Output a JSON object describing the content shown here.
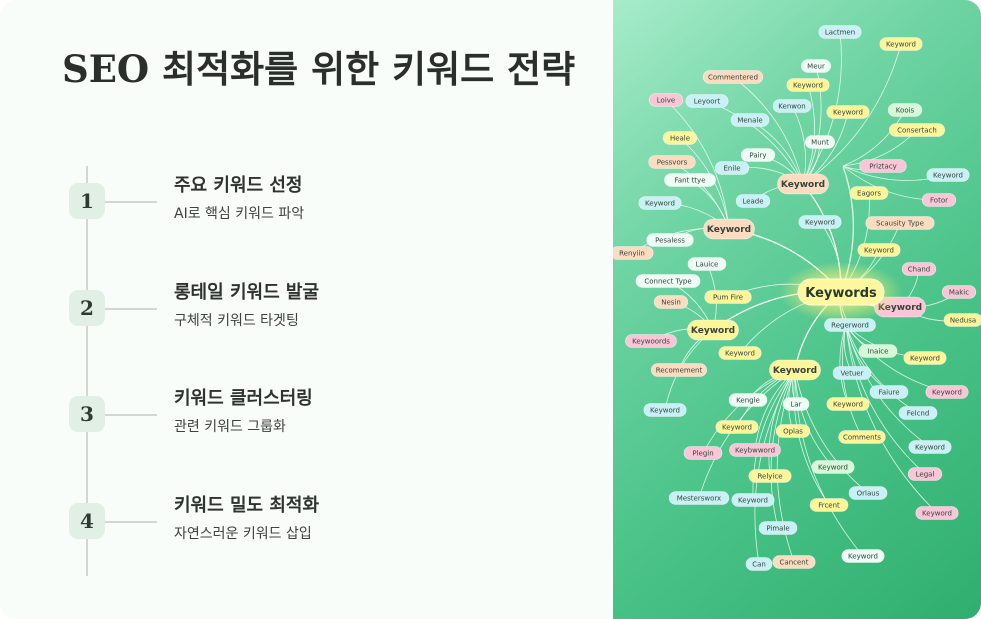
{
  "slide": {
    "title": "SEO 최적화를 위한 키워드 전략",
    "steps": [
      {
        "number": "1",
        "title": "주요 키워드 선정",
        "desc": "AI로 핵심 키워드 파악"
      },
      {
        "number": "2",
        "title": "롱테일 키워드 발굴",
        "desc": "구체적 키워드 타겟팅"
      },
      {
        "number": "3",
        "title": "키워드 클러스터링",
        "desc": "관련 키워드 그룹화"
      },
      {
        "number": "4",
        "title": "키워드 밀도 최적화",
        "desc": "자연스러운 키워드 삽입"
      }
    ]
  },
  "mindmap": {
    "center": "Keywords",
    "node_colors": {
      "yellow": "#fdf59a",
      "pink": "#f8c6d6",
      "cyan": "#c9f1f5",
      "peach": "#fcdcc0",
      "mint": "#d6f8d9",
      "white": "#eefcf6"
    },
    "nodes": [
      {
        "label": "Lactmen",
        "color": "cyan"
      },
      {
        "label": "Keyword",
        "color": "yellow"
      },
      {
        "label": "Commentered",
        "color": "peach"
      },
      {
        "label": "Meur",
        "color": "white"
      },
      {
        "label": "Keyword",
        "color": "yellow"
      },
      {
        "label": "Loive",
        "color": "pink"
      },
      {
        "label": "Leyoort",
        "color": "cyan"
      },
      {
        "label": "Kenwon",
        "color": "cyan"
      },
      {
        "label": "Keyword",
        "color": "yellow"
      },
      {
        "label": "Koois",
        "color": "mint"
      },
      {
        "label": "Menale",
        "color": "cyan"
      },
      {
        "label": "Consertach",
        "color": "yellow"
      },
      {
        "label": "Heale",
        "color": "yellow"
      },
      {
        "label": "Munt",
        "color": "white"
      },
      {
        "label": "Pairy",
        "color": "white"
      },
      {
        "label": "Priztacy",
        "color": "pink"
      },
      {
        "label": "Pessvors",
        "color": "peach"
      },
      {
        "label": "Enile",
        "color": "cyan"
      },
      {
        "label": "Keyword",
        "color": "cyan"
      },
      {
        "label": "Fant ttye",
        "color": "white"
      },
      {
        "label": "Keyword",
        "color": "peach"
      },
      {
        "label": "Eagors",
        "color": "yellow"
      },
      {
        "label": "Keyword",
        "color": "cyan"
      },
      {
        "label": "Leade",
        "color": "cyan"
      },
      {
        "label": "Fotor",
        "color": "pink"
      },
      {
        "label": "Keyword",
        "color": "cyan"
      },
      {
        "label": "Scausity Type",
        "color": "peach"
      },
      {
        "label": "Keyword",
        "color": "peach"
      },
      {
        "label": "Pesaless",
        "color": "white"
      },
      {
        "label": "Keyword",
        "color": "yellow"
      },
      {
        "label": "Renyiin",
        "color": "peach"
      },
      {
        "label": "Lauice",
        "color": "white"
      },
      {
        "label": "Chand",
        "color": "pink"
      },
      {
        "label": "Connect Type",
        "color": "white"
      },
      {
        "label": "Makic",
        "color": "pink"
      },
      {
        "label": "Pum Fire",
        "color": "yellow"
      },
      {
        "label": "Keyword",
        "color": "pink"
      },
      {
        "label": "Nesin",
        "color": "peach"
      },
      {
        "label": "Nedusa",
        "color": "yellow"
      },
      {
        "label": "Regerword",
        "color": "cyan"
      },
      {
        "label": "Keyword",
        "color": "yellow"
      },
      {
        "label": "Keywoords",
        "color": "pink"
      },
      {
        "label": "Inaice",
        "color": "mint"
      },
      {
        "label": "Keyword",
        "color": "yellow"
      },
      {
        "label": "Keyword",
        "color": "yellow"
      },
      {
        "label": "Recomement",
        "color": "peach"
      },
      {
        "label": "Keyword",
        "color": "yellow"
      },
      {
        "label": "Vetuer",
        "color": "cyan"
      },
      {
        "label": "Faiure",
        "color": "cyan"
      },
      {
        "label": "Keyword",
        "color": "pink"
      },
      {
        "label": "Keyword",
        "color": "cyan"
      },
      {
        "label": "Kengle",
        "color": "white"
      },
      {
        "label": "Lar",
        "color": "white"
      },
      {
        "label": "Keyword",
        "color": "yellow"
      },
      {
        "label": "Felcnd",
        "color": "cyan"
      },
      {
        "label": "Keyword",
        "color": "yellow"
      },
      {
        "label": "Oplas",
        "color": "yellow"
      },
      {
        "label": "Comments",
        "color": "yellow"
      },
      {
        "label": "Keyword",
        "color": "cyan"
      },
      {
        "label": "Plegin",
        "color": "pink"
      },
      {
        "label": "Keybwword",
        "color": "pink"
      },
      {
        "label": "Legal",
        "color": "pink"
      },
      {
        "label": "Keyword",
        "color": "mint"
      },
      {
        "label": "Relyice",
        "color": "yellow"
      },
      {
        "label": "Mestersworx",
        "color": "cyan"
      },
      {
        "label": "Keyword",
        "color": "cyan"
      },
      {
        "label": "Orlaus",
        "color": "cyan"
      },
      {
        "label": "Frcent",
        "color": "yellow"
      },
      {
        "label": "Keyword",
        "color": "pink"
      },
      {
        "label": "Pimale",
        "color": "cyan"
      },
      {
        "label": "Keyword",
        "color": "white"
      },
      {
        "label": "Can",
        "color": "cyan"
      },
      {
        "label": "Cancent",
        "color": "peach"
      }
    ]
  }
}
